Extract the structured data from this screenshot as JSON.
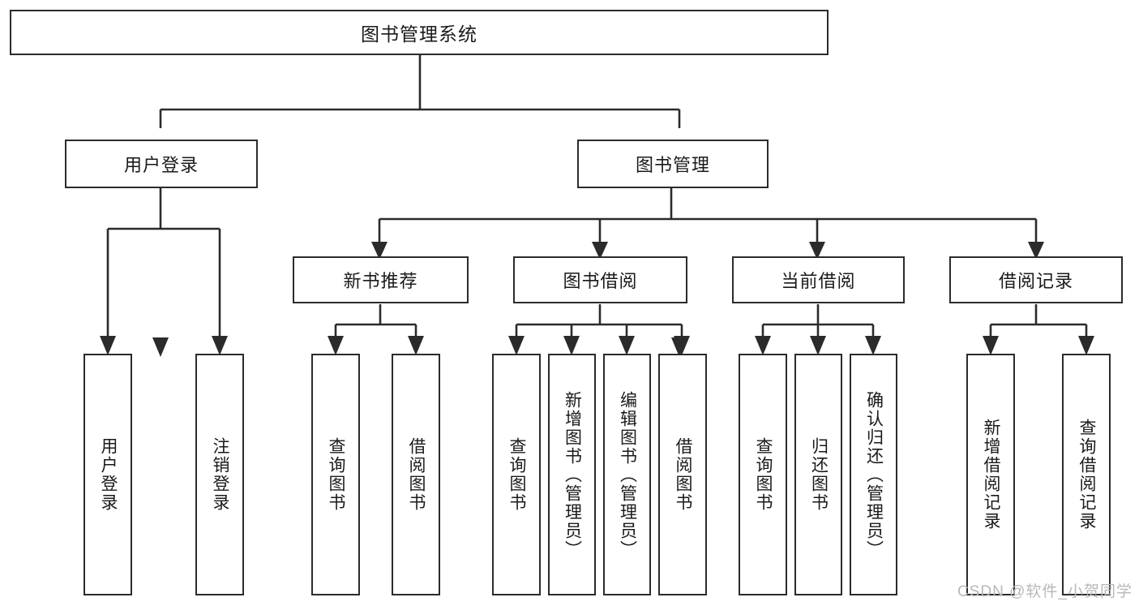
{
  "diagram": {
    "title": "图书管理系统",
    "type": "tree-hierarchy",
    "root": {
      "label": "图书管理系统"
    },
    "level2": [
      {
        "label": "用户登录"
      },
      {
        "label": "图书管理"
      }
    ],
    "level3": [
      {
        "label": "新书推荐"
      },
      {
        "label": "图书借阅"
      },
      {
        "label": "当前借阅"
      },
      {
        "label": "借阅记录"
      }
    ],
    "leaves_user_login": [
      {
        "label": "用户登录"
      },
      {
        "label": "注销登录"
      }
    ],
    "leaves_new_book": [
      {
        "label": "查询图书"
      },
      {
        "label": "借阅图书"
      }
    ],
    "leaves_book_borrow": [
      {
        "label": "查询图书"
      },
      {
        "label": "新增图书（管理员）"
      },
      {
        "label": "编辑图书（管理员）"
      },
      {
        "label": "借阅图书"
      }
    ],
    "leaves_current_borrow": [
      {
        "label": "查询图书"
      },
      {
        "label": "归还图书"
      },
      {
        "label": "确认归还（管理员）"
      }
    ],
    "leaves_borrow_record": [
      {
        "label": "新增借阅记录"
      },
      {
        "label": "查询借阅记录"
      }
    ]
  },
  "watermark": {
    "text": "CSDN @软件_小贺同学"
  },
  "colors": {
    "stroke": "#2b2b2b",
    "fill": "#ffffff",
    "text": "#1a1a1a",
    "watermark": "#b8b8b8"
  }
}
